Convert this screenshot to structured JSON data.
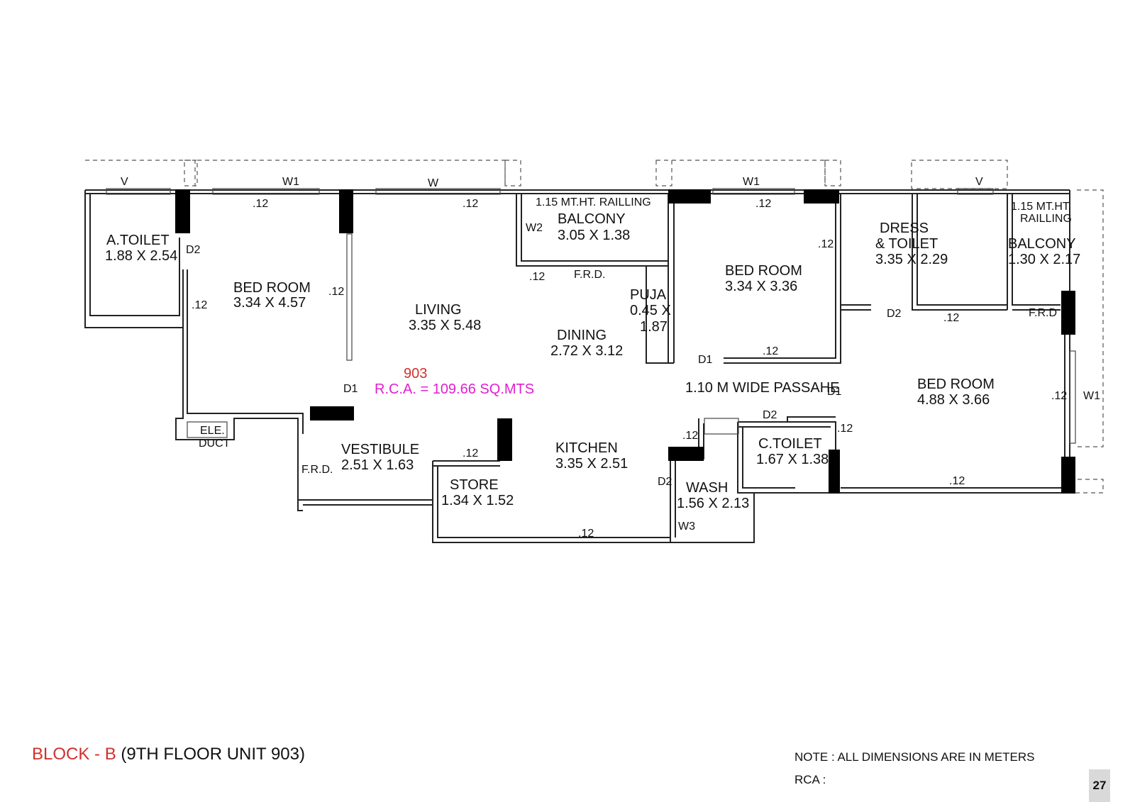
{
  "rooms": {
    "a_toilet": {
      "name": "A.TOILET",
      "size": "1.88 X 2.54"
    },
    "bedroom1": {
      "name": "BED ROOM",
      "size": "3.34 X 4.57"
    },
    "living": {
      "name": "LIVING",
      "size": "3.35 X 5.48"
    },
    "balcony1": {
      "name": "BALCONY",
      "size": "3.05 X 1.38"
    },
    "puja": {
      "name": "PUJA",
      "size1": "0.45 X",
      "size2": "1.87"
    },
    "dining": {
      "name": "DINING",
      "size": "2.72 X 3.12"
    },
    "bedroom2": {
      "name": "BED ROOM",
      "size": "3.34 X 3.36"
    },
    "dress": {
      "name1": "DRESS",
      "name2": "& TOILET",
      "size": "3.35 X 2.29"
    },
    "balcony2": {
      "name": "BALCONY",
      "size": "1.30 X 2.17"
    },
    "bedroom3": {
      "name": "BED ROOM",
      "size": "4.88 X 3.66"
    },
    "vestibule": {
      "name": "VESTIBULE",
      "size": "2.51 X 1.63"
    },
    "kitchen": {
      "name": "KITCHEN",
      "size": "3.35 X 2.51"
    },
    "store": {
      "name": "STORE",
      "size": "1.34 X 1.52"
    },
    "wash": {
      "name": "WASH",
      "size": "1.56 X 2.13"
    },
    "c_toilet": {
      "name": "C.TOILET",
      "size": "1.67 X 1.38"
    },
    "ele_duct": {
      "name1": "ELE.",
      "name2": "DUCT"
    }
  },
  "labels": {
    "railing1": "1.15 MT.HT. RAILLING",
    "railing2a": "1.15 MT.HT.",
    "railing2b": "RAILLING",
    "passage": "1.10 M WIDE PASSAHE",
    "frd": "F.R.D.",
    "frd2": "F.R.D",
    "thk": ".12",
    "v": "V",
    "w": "W",
    "w1": "W1",
    "w2": "W2",
    "w3": "W3",
    "d1": "D1",
    "d2": "D2"
  },
  "unit": {
    "number": "903",
    "rca": "R.C.A. = 109.66 SQ.MTS",
    "number_color": "#d0312d",
    "rca_color": "#e020d0"
  },
  "footer": {
    "block": "BLOCK - B",
    "floor": " (9TH FLOOR UNIT 903)",
    "note": "NOTE : ALL DIMENSIONS ARE IN METERS",
    "rca_label": "RCA :",
    "page": "27"
  }
}
